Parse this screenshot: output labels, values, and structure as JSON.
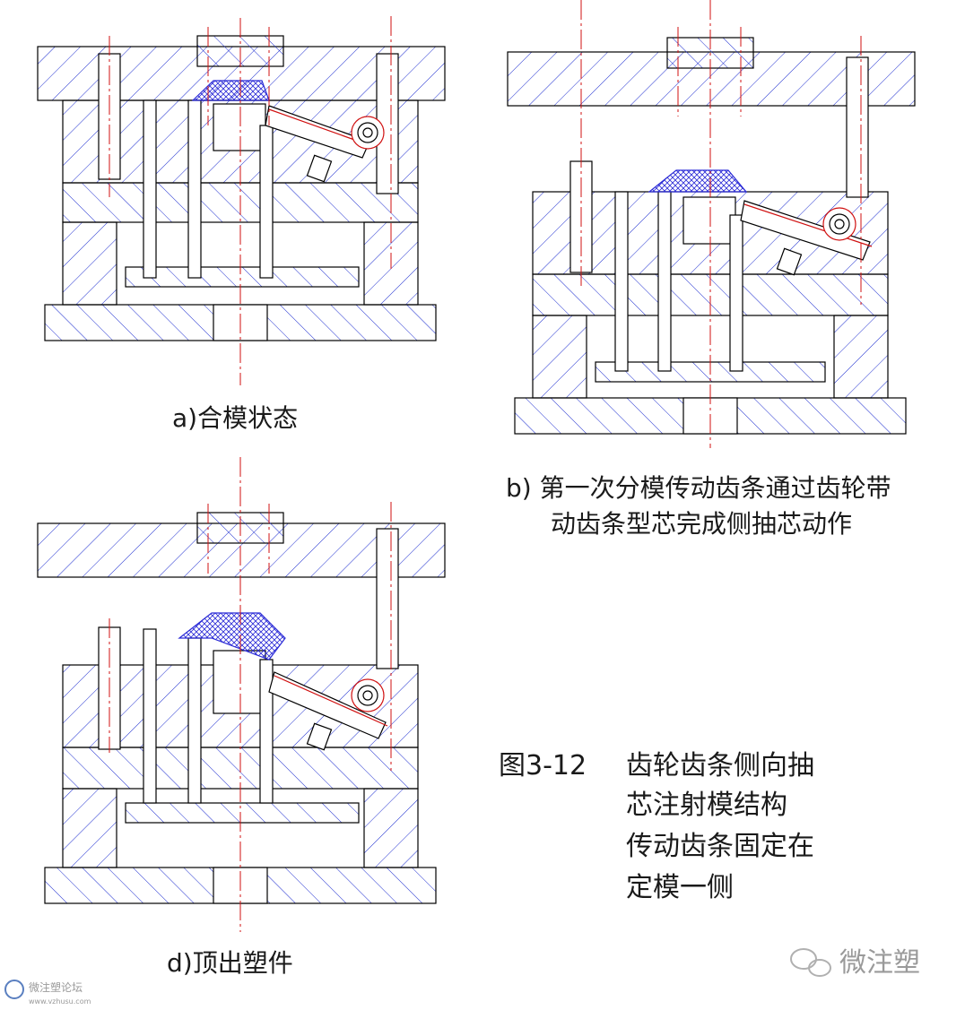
{
  "captions": {
    "a": "a)合模状态",
    "b_line1": "b) 第一次分模传动齿条通过齿轮带",
    "b_line2": "动齿条型芯完成侧抽芯动作",
    "d": "d)顶出塑件"
  },
  "figure": {
    "number": "图3-12",
    "title_lines": [
      "齿轮齿条侧向抽",
      "芯注射模结构",
      "传动齿条固定在",
      "定模一侧"
    ]
  },
  "watermarks": {
    "bottom_right": "微注塑",
    "bottom_left_cn": "微注塑论坛",
    "bottom_left_url": "www.vzhusu.com"
  },
  "colors": {
    "outline": "#000000",
    "hatch": "#1f2fd0",
    "centerline": "#d01010",
    "part": "#2a2ad6"
  }
}
